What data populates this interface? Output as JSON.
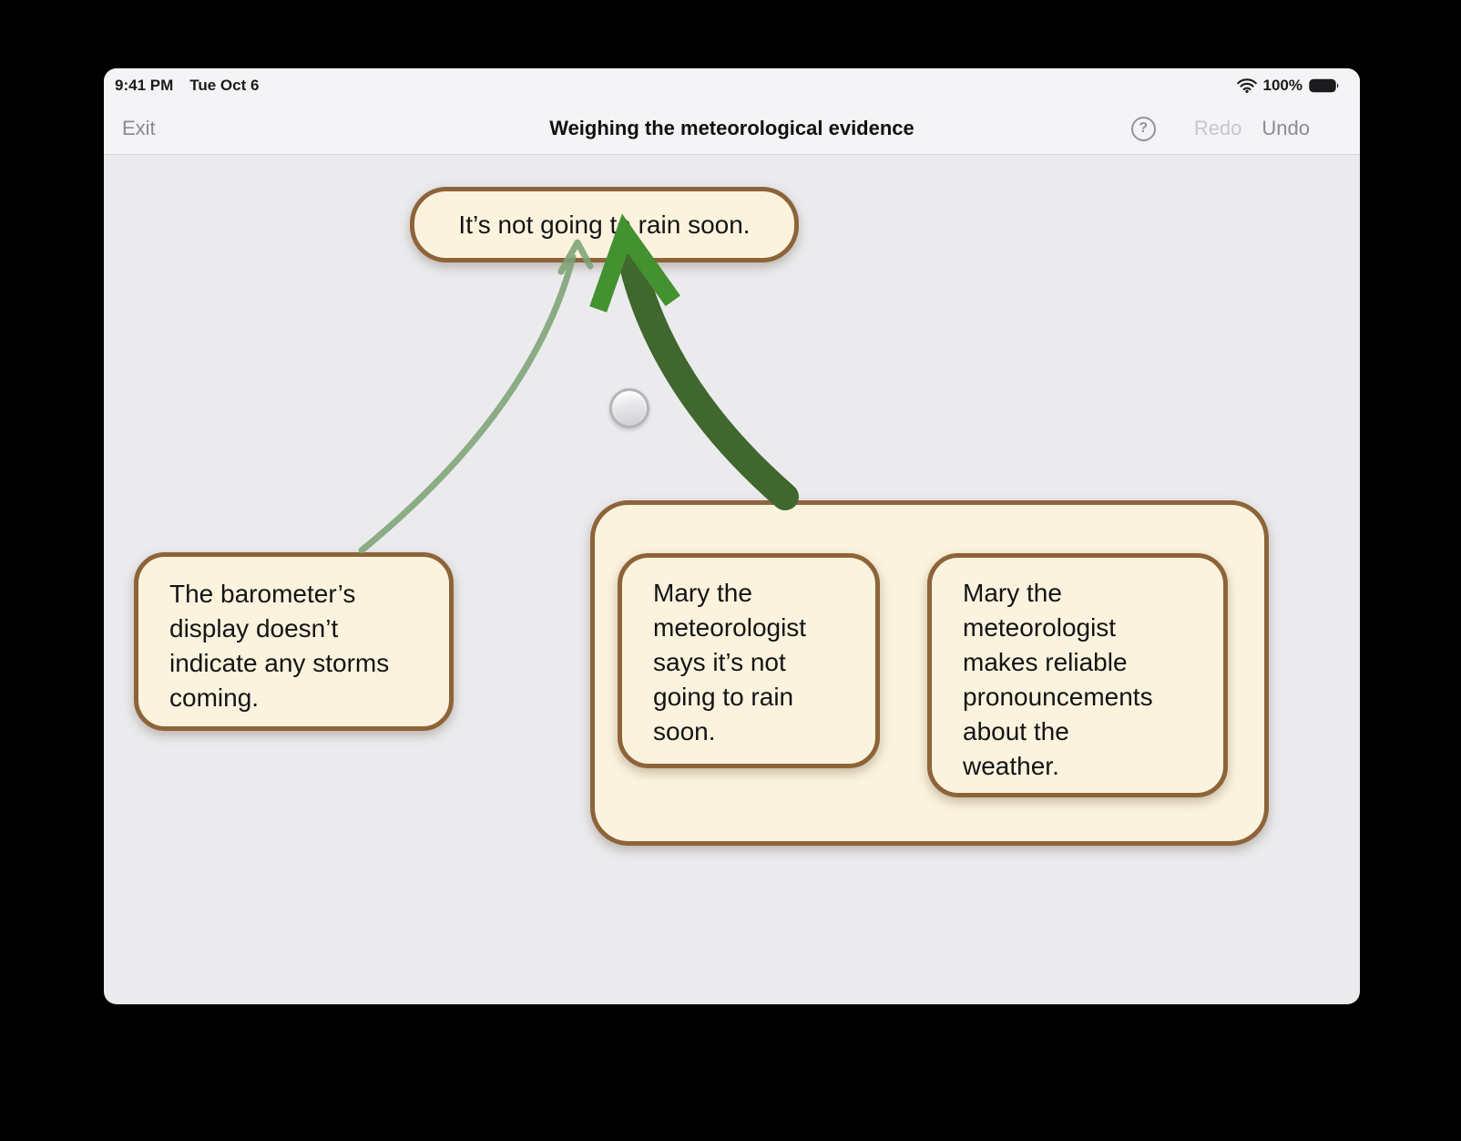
{
  "status_bar": {
    "time": "9:41 PM",
    "date": "Tue Oct 6",
    "battery_percent": "100%"
  },
  "nav_bar": {
    "exit_label": "Exit",
    "title": "Weighing the meteorological evidence",
    "help_label": "?",
    "redo_label": "Redo",
    "undo_label": "Undo"
  },
  "workspace": {
    "conclusion_card": {
      "text": "It’s not going to rain soon."
    },
    "premise_card_left": {
      "text": "The barometer’s display doesn’t indicate any storms coming."
    },
    "premise_group": {
      "cards": [
        {
          "text": "Mary the meteorologist says it’s not going to rain soon."
        },
        {
          "text": "Mary the meteorologist makes reliable pronouncements about the weather."
        }
      ]
    },
    "arrows": [
      {
        "name": "weak-evidence-arrow",
        "from": "premise_card_left",
        "to": "conclusion_card",
        "strength": "weak"
      },
      {
        "name": "strong-evidence-arrow",
        "from": "premise_group",
        "to": "conclusion_card",
        "strength": "strong"
      }
    ]
  },
  "theme": {
    "canvas_bg": "#ebebee",
    "bar_bg": "#f4f4f6",
    "card_fill": "#fcf3de",
    "card_border": "#8d6439",
    "weak_arrow": "#7da376",
    "strong_arrow_shaft": "#3f672e",
    "strong_arrow_head": "#43912f",
    "disabled_text": "#c7c7cb",
    "secondary_text": "#8a8a8f"
  }
}
